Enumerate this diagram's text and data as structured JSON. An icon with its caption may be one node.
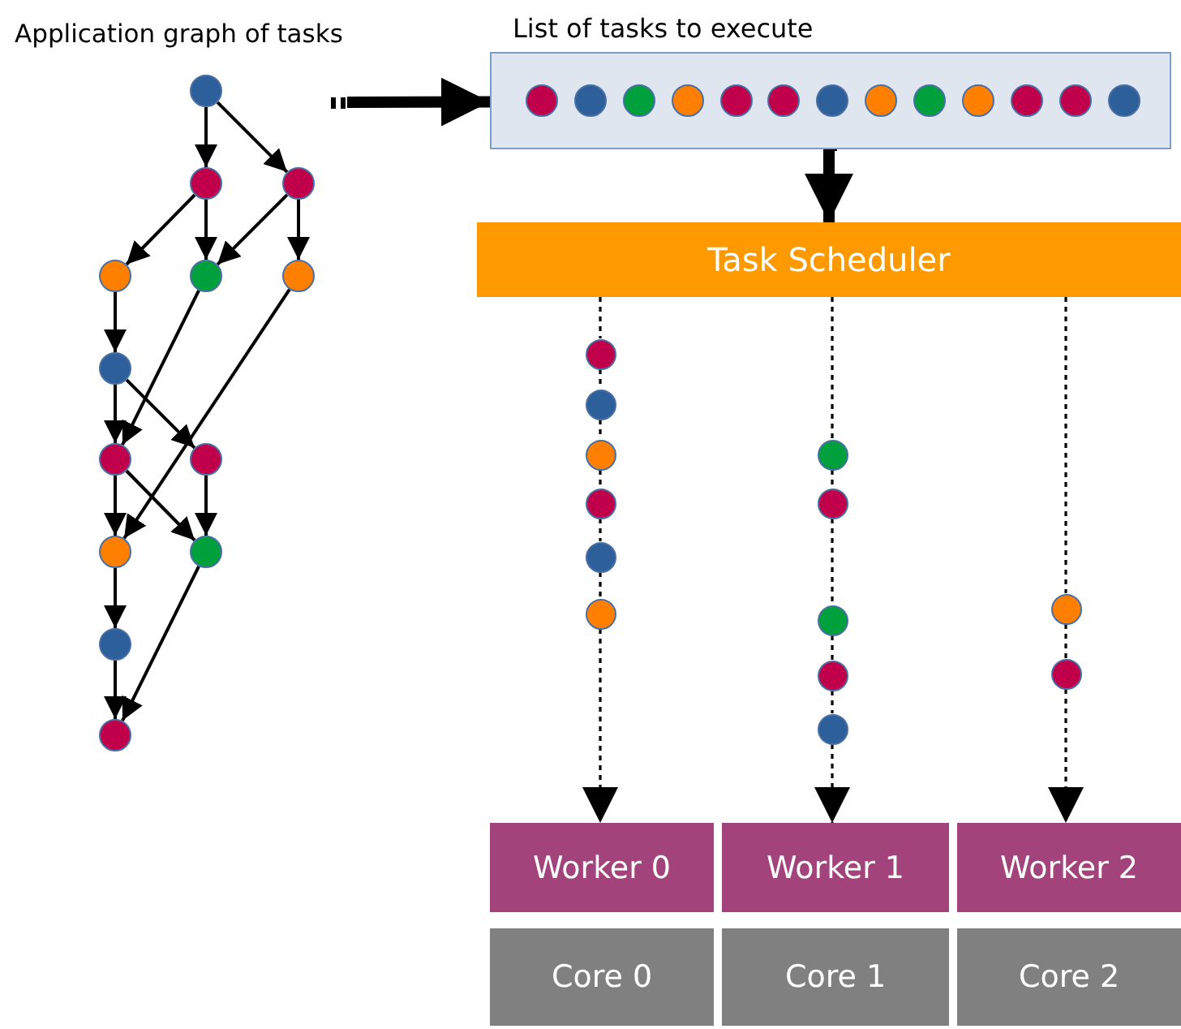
{
  "diagram": {
    "nodes": [
      {
        "text": [],
        "shape": "circle"
      },
      {
        "text": [],
        "shape": "circle"
      },
      {
        "text": [],
        "shape": "circle"
      },
      {
        "text": [],
        "shape": "circle"
      },
      {
        "text": [],
        "shape": "circle"
      },
      {
        "text": [],
        "shape": "circle"
      },
      {
        "text": [],
        "shape": "circle"
      },
      {
        "text": [],
        "shape": "circle"
      },
      {
        "text": [],
        "shape": "circle"
      },
      {
        "text": [],
        "shape": "circle"
      },
      {
        "text": [],
        "shape": "circle"
      },
      {
        "text": [],
        "shape": "circle"
      },
      {
        "text": [],
        "shape": "circle"
      },
      {
        "text": [
          "List of tasks to execute"
        ]
      },
      {
        "text": [],
        "shape": "circle",
        "in": 13
      },
      {
        "text": [],
        "shape": "circle",
        "in": 13
      },
      {
        "text": [],
        "shape": "circle",
        "in": 13
      },
      {
        "text": [],
        "shape": "circle",
        "in": 13
      },
      {
        "text": [],
        "shape": "circle",
        "in": 13
      },
      {
        "text": [],
        "shape": "circle",
        "in": 13
      },
      {
        "text": [],
        "shape": "circle",
        "in": 13
      },
      {
        "text": [],
        "shape": "circle",
        "in": 13
      },
      {
        "text": [],
        "shape": "circle",
        "in": 13
      },
      {
        "text": [],
        "shape": "circle",
        "in": 13
      },
      {
        "text": [],
        "shape": "circle",
        "in": 13
      },
      {
        "text": [],
        "shape": "circle",
        "in": 13
      },
      {
        "text": [],
        "shape": "circle",
        "in": 13
      },
      {
        "text": [
          "Task Scheduler"
        ]
      },
      {
        "text": [],
        "shape": "circle"
      },
      {
        "text": [],
        "shape": "circle"
      },
      {
        "text": [],
        "shape": "circle"
      },
      {
        "text": [],
        "shape": "circle"
      },
      {
        "text": [],
        "shape": "circle"
      },
      {
        "text": [],
        "shape": "circle"
      },
      {
        "text": [],
        "shape": "circle"
      },
      {
        "text": [],
        "shape": "circle"
      },
      {
        "text": [],
        "shape": "circle"
      },
      {
        "text": [],
        "shape": "circle"
      },
      {
        "text": [],
        "shape": "circle"
      },
      {
        "text": [],
        "shape": "circle"
      },
      {
        "text": [],
        "shape": "circle"
      },
      {
        "text": [
          "Worker 0"
        ]
      },
      {
        "text": [
          "Worker 1"
        ]
      },
      {
        "text": [
          "Worker 2"
        ]
      },
      {
        "text": [
          "Core 0"
        ]
      },
      {
        "text": [
          "Core 1"
        ]
      },
      {
        "text": [
          "Core 2"
        ]
      }
    ],
    "edges": [
      {
        "from": 0,
        "to": 1,
        "arrow": "to"
      },
      {
        "from": 0,
        "to": 2,
        "arrow": "to"
      },
      {
        "from": 1,
        "to": 3,
        "arrow": "to"
      },
      {
        "from": 1,
        "to": 4,
        "arrow": "to"
      },
      {
        "from": 2,
        "to": 4,
        "arrow": "to"
      },
      {
        "from": 2,
        "to": 5,
        "arrow": "to"
      },
      {
        "from": 3,
        "to": 6,
        "arrow": "to"
      },
      {
        "from": 4,
        "to": 7,
        "arrow": "to"
      },
      {
        "from": 5,
        "to": 9,
        "arrow": "to"
      },
      {
        "from": 6,
        "to": 7,
        "arrow": "to"
      },
      {
        "from": 6,
        "to": 8,
        "arrow": "to"
      },
      {
        "from": 7,
        "to": 9,
        "arrow": "to"
      },
      {
        "from": 7,
        "to": 10,
        "arrow": "to"
      },
      {
        "from": 8,
        "to": 10,
        "arrow": "to"
      },
      {
        "from": 9,
        "to": 11,
        "arrow": "to"
      },
      {
        "from": 10,
        "to": 12,
        "arrow": "to"
      },
      {
        "from": 11,
        "to": 12,
        "arrow": "to"
      },
      {
        "from": null,
        "to": 13,
        "arrow": "to",
        "style": "thick"
      },
      {
        "from": 13,
        "to": 27,
        "arrow": "to",
        "style": "thick"
      },
      {
        "from": 27,
        "to": 28,
        "arrow": "none",
        "style": "dashed"
      },
      {
        "from": 28,
        "to": 29,
        "arrow": "none",
        "style": "dashed"
      },
      {
        "from": 29,
        "to": 30,
        "arrow": "none",
        "style": "dashed"
      },
      {
        "from": 30,
        "to": 31,
        "arrow": "none",
        "style": "dashed"
      },
      {
        "from": 31,
        "to": 32,
        "arrow": "none",
        "style": "dashed"
      },
      {
        "from": 32,
        "to": 33,
        "arrow": "none",
        "style": "dashed"
      },
      {
        "from": 33,
        "to": 41,
        "arrow": "to",
        "style": "dashed"
      },
      {
        "from": 27,
        "to": 34,
        "arrow": "none",
        "style": "dashed"
      },
      {
        "from": 34,
        "to": 35,
        "arrow": "none",
        "style": "dashed"
      },
      {
        "from": 35,
        "to": 36,
        "arrow": "none",
        "style": "dashed"
      },
      {
        "from": 36,
        "to": 37,
        "arrow": "none",
        "style": "dashed"
      },
      {
        "from": 37,
        "to": 38,
        "arrow": "none",
        "style": "dashed"
      },
      {
        "from": 38,
        "to": 42,
        "arrow": "to",
        "style": "dashed"
      },
      {
        "from": 27,
        "to": 39,
        "arrow": "none",
        "style": "dashed"
      },
      {
        "from": 39,
        "to": 40,
        "arrow": "none",
        "style": "dashed"
      },
      {
        "from": 40,
        "to": 43,
        "arrow": "to",
        "style": "dashed"
      }
    ],
    "labels": [
      "Application graph of tasks"
    ]
  }
}
